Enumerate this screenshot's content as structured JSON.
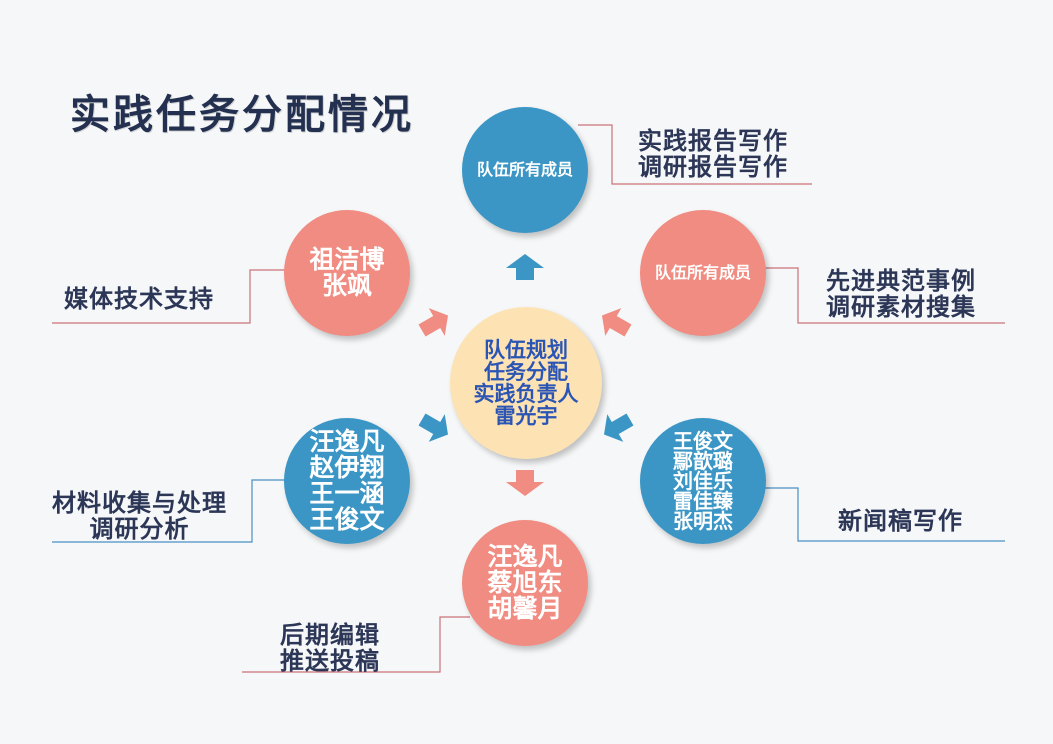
{
  "title": "实践任务分配情况",
  "colors": {
    "blue": "#3b96c6",
    "pink": "#f08c82",
    "center": "#fde3b4",
    "text": "#2c3656"
  },
  "center": {
    "lines": [
      "队伍规划",
      "任务分配",
      "实践负责人",
      "雷光宇"
    ]
  },
  "nodes": {
    "top": {
      "lines": [
        "队伍所有成员"
      ],
      "task": [
        "实践报告写作",
        "调研报告写作"
      ]
    },
    "top_right": {
      "lines": [
        "队伍所有成员"
      ],
      "task": [
        "先进典范事例",
        "调研素材搜集"
      ]
    },
    "bottom_right": {
      "lines": [
        "王俊文",
        "鄢歆璐",
        "刘佳乐",
        "雷佳臻",
        "张明杰"
      ],
      "task": [
        "新闻稿写作"
      ]
    },
    "bottom": {
      "lines": [
        "汪逸凡",
        "蔡旭东",
        "胡馨月"
      ],
      "task": [
        "后期编辑",
        "推送投稿"
      ]
    },
    "bottom_left": {
      "lines": [
        "汪逸凡",
        "赵伊翔",
        "王一涵",
        "王俊文"
      ],
      "task": [
        "材料收集与处理",
        "调研分析"
      ]
    },
    "top_left": {
      "lines": [
        "祖洁博",
        "张飒"
      ],
      "task": [
        "媒体技术支持"
      ]
    }
  }
}
